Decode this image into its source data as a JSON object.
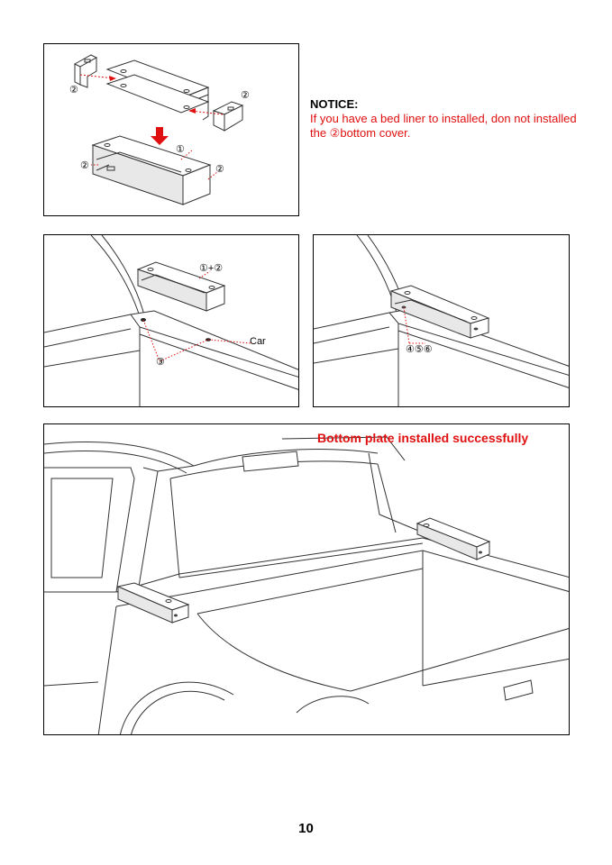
{
  "notice": {
    "title": "NOTICE:",
    "body": "If you have a bed liner to installed, don not installed the ②bottom cover."
  },
  "panel1": {
    "labels": {
      "left_cover": "②",
      "right_cover": "②",
      "plate": "①",
      "left_bottom": "②",
      "right_bottom": "②"
    }
  },
  "panel2": {
    "labels": {
      "assembly": "①+②",
      "car": "Car",
      "holes": "③"
    }
  },
  "panel3": {
    "labels": {
      "hardware": "④⑤⑥"
    }
  },
  "panel4": {
    "caption": "Bottom plate installed successfully"
  },
  "footer": {
    "page_number": "10"
  },
  "colors": {
    "accent": "#e01010",
    "line": "#333333"
  },
  "icons": {
    "down_arrow": "red-down-arrow-icon"
  }
}
